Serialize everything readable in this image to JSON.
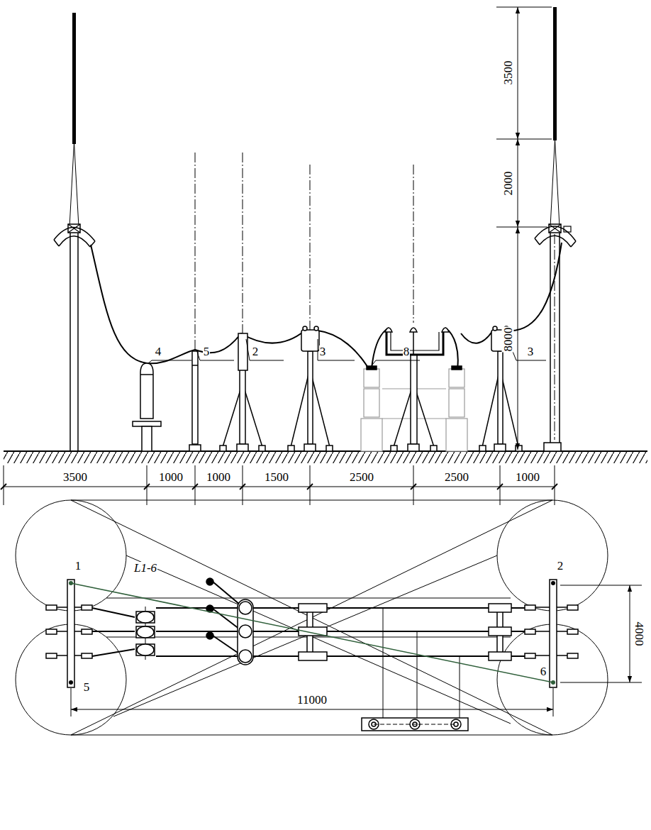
{
  "diagram": {
    "labels": [
      "3500",
      "2000",
      "8000",
      "4",
      "5",
      "2",
      "3",
      "8",
      "3",
      "3500",
      "1000",
      "1000",
      "1500",
      "2500",
      "2500",
      "1000",
      "1",
      "2",
      "L1-6",
      "4000",
      "5",
      "6",
      "11000"
    ]
  }
}
